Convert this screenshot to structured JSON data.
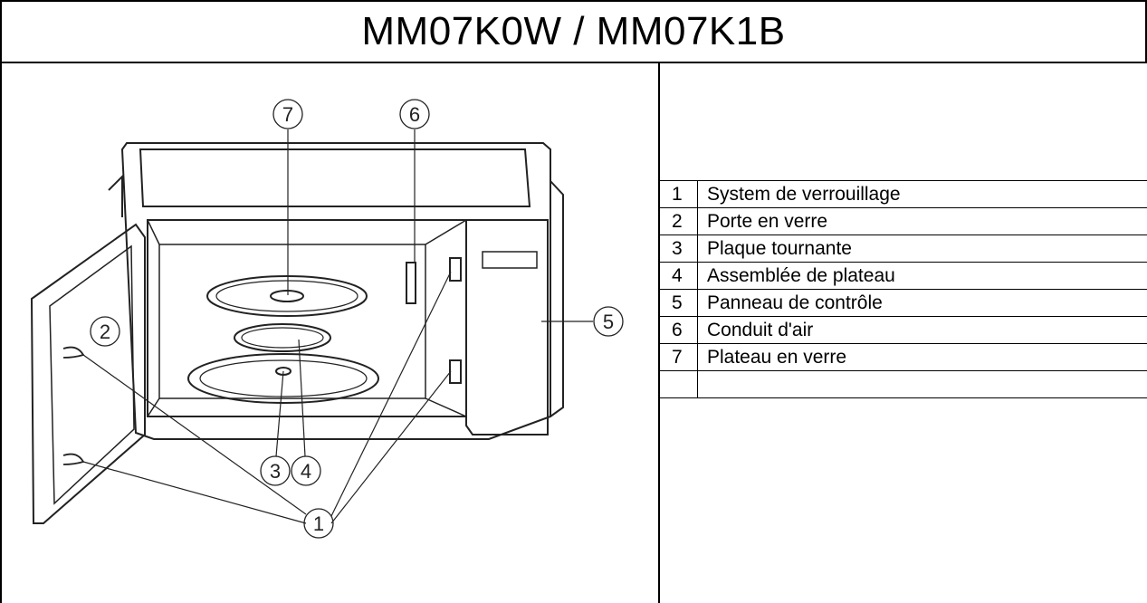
{
  "title": "MM07K0W / MM07K1B",
  "callouts": [
    "1",
    "2",
    "3",
    "4",
    "5",
    "6",
    "7"
  ],
  "parts": [
    {
      "num": "1",
      "label": "System de verrouillage"
    },
    {
      "num": "2",
      "label": "Porte en verre"
    },
    {
      "num": "3",
      "label": "Plaque tournante"
    },
    {
      "num": "4",
      "label": "Assemblée de plateau"
    },
    {
      "num": "5",
      "label": "Panneau de contrôle"
    },
    {
      "num": "6",
      "label": "Conduit d'air"
    },
    {
      "num": "7",
      "label": "Plateau en verre"
    },
    {
      "num": "",
      "label": ""
    }
  ]
}
